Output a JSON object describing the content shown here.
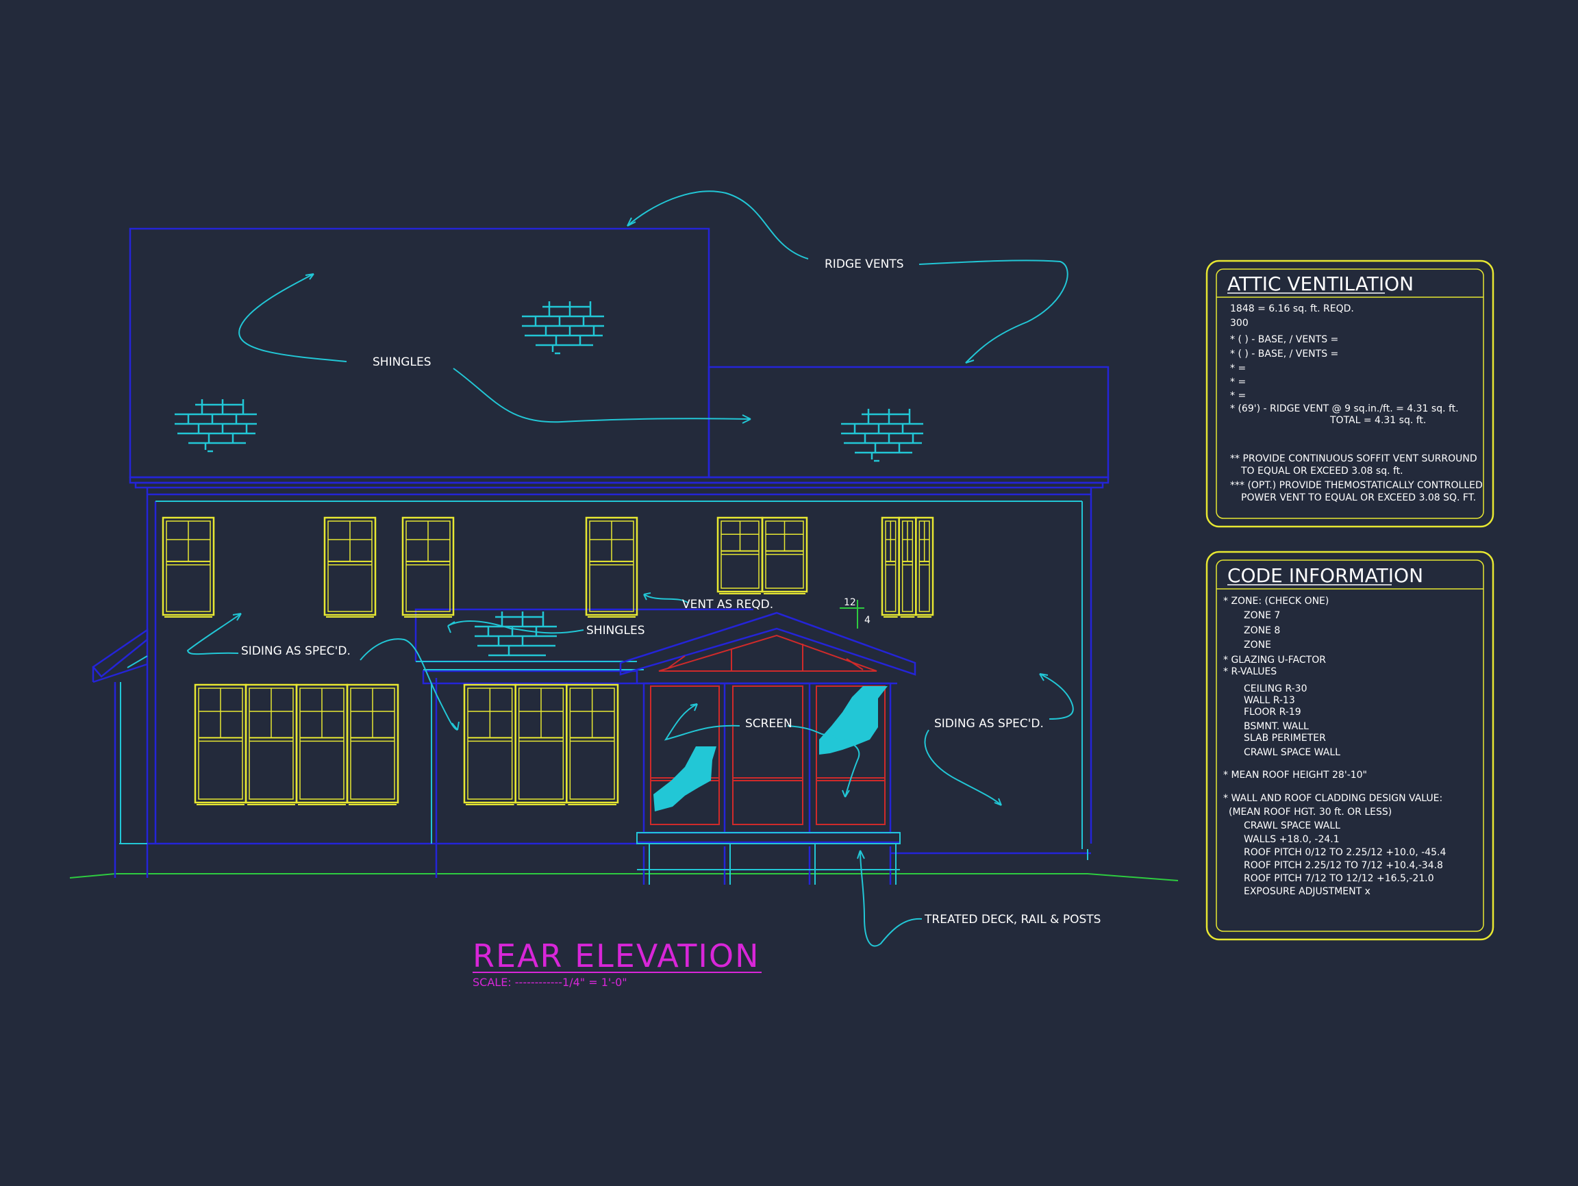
{
  "colors": {
    "background": "#232a3b",
    "outline_blue": "#2424d8",
    "cyan": "#22c7d6",
    "window_yellow": "#e8e832",
    "screen_red": "#d02a2a",
    "ground_green": "#2ecc40",
    "title_magenta": "#d826d8",
    "text_white": "#ffffff"
  },
  "callouts": {
    "ridge_vents": "RIDGE VENTS",
    "shingles_main": "SHINGLES",
    "shingles_lower": "SHINGLES",
    "siding_left": "SIDING AS SPEC'D.",
    "siding_right": "SIDING AS SPEC'D.",
    "vent_as_reqd": "VENT AS REQD.",
    "screen": "SCREEN",
    "treated_deck": "TREATED DECK, RAIL & POSTS",
    "pitch_run": "12",
    "pitch_rise": "4"
  },
  "drawing_title": {
    "title": "REAR ELEVATION",
    "scale": "SCALE: ------------1/4\" = 1'-0\""
  },
  "attic_ventilation": {
    "title": "ATTIC VENTILATION",
    "lines": [
      "1848 = 6.16 sq. ft.  REQD.",
      "300",
      "* (     ) -          BASE,    /    VENTS   =",
      "* (     ) -          BASE,    /    VENTS   =",
      "*                                                                    =",
      "*                                                                    =",
      "*                                                                    =",
      "* (69') - RIDGE VENT @ 9 sq.in./ft. = 4.31 sq. ft.",
      "TOTAL        = 4.31 sq. ft.",
      "",
      "** PROVIDE CONTINUOUS SOFFIT VENT SURROUND",
      "TO EQUAL OR EXCEED  3.08 sq. ft.",
      "*** (OPT.) PROVIDE THEMOSTATICALLY CONTROLLED",
      "POWER VENT TO EQUAL OR EXCEED   3.08 SQ. FT."
    ]
  },
  "code_information": {
    "title": "CODE INFORMATION",
    "lines": [
      "* ZONE: (CHECK ONE)",
      "ZONE 7",
      "ZONE 8",
      "ZONE",
      "* GLAZING U-FACTOR",
      "* R-VALUES",
      "CEILING                 R-30",
      "WALL                     R-13",
      "FLOOR                   R-19",
      "BSMNT. WALL",
      "SLAB PERIMETER",
      "CRAWL SPACE WALL",
      "* MEAN ROOF HEIGHT   28'-10\"",
      "* WALL AND ROOF CLADDING DESIGN VALUE:",
      "(MEAN ROOF HGT. 30 ft. OR LESS)",
      "CRAWL SPACE WALL",
      "WALLS                                      +18.0, -24.1",
      "ROOF PITCH 0/12 TO 2.25/12     +10.0, -45.4",
      "ROOF PITCH 2.25/12 TO 7/12    +10.4,-34.8",
      "ROOF PITCH 7/12 TO 12/12       +16.5,-21.0",
      "EXPOSURE ADJUSTMENT            x"
    ]
  }
}
